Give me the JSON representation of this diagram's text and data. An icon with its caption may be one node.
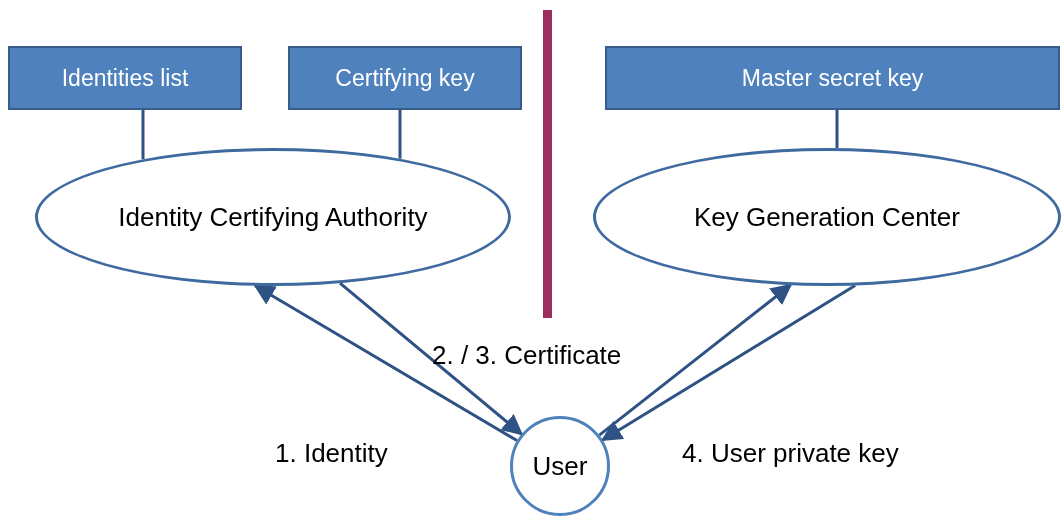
{
  "diagram": {
    "nodes": [
      {
        "text": [
          "Identities list"
        ]
      },
      {
        "text": [
          "Certifying key"
        ]
      },
      {
        "text": [
          "Master secret key"
        ]
      },
      {
        "text": [
          "Identity Certifying Authority"
        ]
      },
      {
        "text": [
          "Key Generation Center"
        ]
      },
      {
        "text": [
          "User"
        ]
      }
    ],
    "edges": [
      {
        "from": 0,
        "to": 3,
        "arrow": "none"
      },
      {
        "from": 1,
        "to": 3,
        "arrow": "none"
      },
      {
        "from": 2,
        "to": 4,
        "arrow": "none"
      },
      {
        "from": 5,
        "to": 3,
        "arrow": "to",
        "label": "1. Identity"
      },
      {
        "from": 3,
        "to": 5,
        "arrow": "to",
        "label": "2. / 3. Certificate"
      },
      {
        "from": 5,
        "to": 4,
        "arrow": "to"
      },
      {
        "from": 4,
        "to": 5,
        "arrow": "to",
        "label": "4. User private key"
      }
    ]
  }
}
